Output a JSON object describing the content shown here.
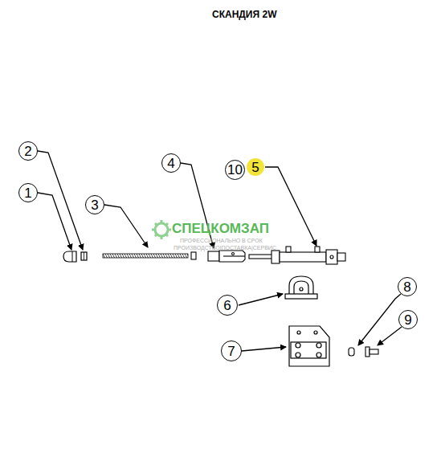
{
  "diagram": {
    "title": "СКАНДИЯ 2W",
    "nodes": [
      {
        "text": [
          "2"
        ]
      },
      {
        "text": [
          "4"
        ]
      },
      {
        "text": [
          "10"
        ]
      },
      {
        "text": [
          "5"
        ]
      },
      {
        "text": [
          "1"
        ]
      },
      {
        "text": [
          "3"
        ]
      },
      {
        "text": [
          "8"
        ]
      },
      {
        "text": [
          "6"
        ]
      },
      {
        "text": [
          "9"
        ]
      },
      {
        "text": [
          "7"
        ]
      }
    ],
    "labels": [
      "СПЕЦКОМЗАП",
      "ПРОФЕССИОНАЛЬНО В СРОК",
      "ПРОИЗВОДСТВО|ПОСТАВКА|СЕРВИС"
    ]
  }
}
